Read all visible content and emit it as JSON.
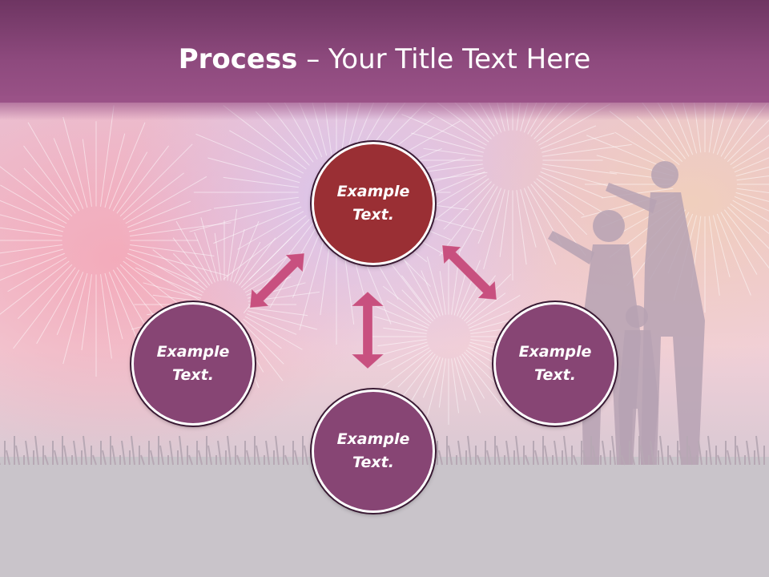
{
  "slide": {
    "title_bold": "Process",
    "title_rest": " – Your Title Text Here"
  },
  "nodes": {
    "top": "Example\nText.",
    "left": "Example\nText.",
    "right": "Example\nText.",
    "bottom": "Example\nText."
  },
  "colors": {
    "title_bar": "#8e4a7e",
    "node_primary": "#9a2f34",
    "node_secondary": "#874574",
    "arrow": "#c8507f"
  }
}
